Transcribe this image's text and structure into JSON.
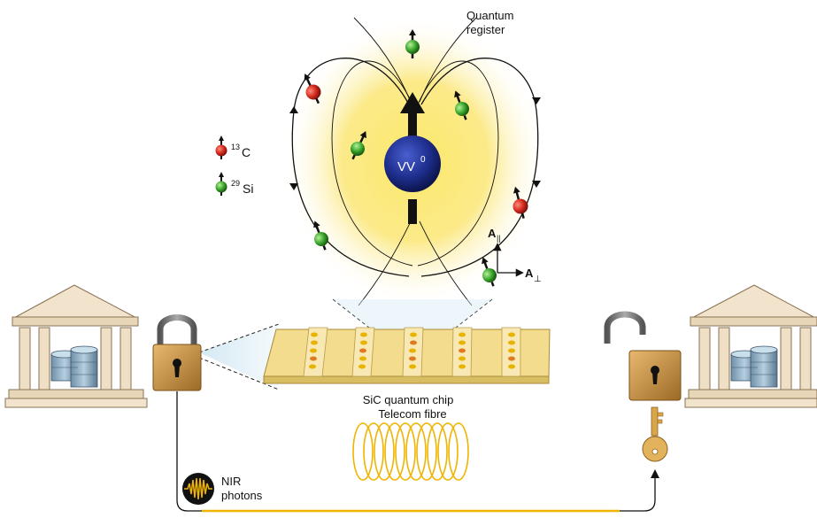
{
  "labels": {
    "quantum_register_line1": "Quantum",
    "quantum_register_line2": "register",
    "center_defect": "VV",
    "center_defect_sup": "0",
    "legend_c_sup": "13",
    "legend_c": "C",
    "legend_si_sup": "29",
    "legend_si": "Si",
    "a_parallel": "A",
    "a_parallel_sub": "||",
    "a_perp": "A",
    "a_perp_sub": "⊥",
    "chip": "SiC quantum chip",
    "fibre": "Telecom fibre",
    "nir_line1": "NIR",
    "nir_line2": "photons"
  },
  "colors": {
    "carbon13": "#d32a1f",
    "silicon29": "#3aa62c",
    "vv0": "#1f2f8f",
    "glow": "#f9e25a",
    "fibre": "#f0b400",
    "lock": "#c9923f",
    "chip": "#f3dc8e"
  },
  "icons": {
    "left_building": "bank-datacenter-icon",
    "right_building": "bank-datacenter-icon",
    "closed_lock": "padlock-closed-icon",
    "open_lock": "padlock-open-icon",
    "key": "key-icon",
    "photon": "photon-wave-icon"
  }
}
